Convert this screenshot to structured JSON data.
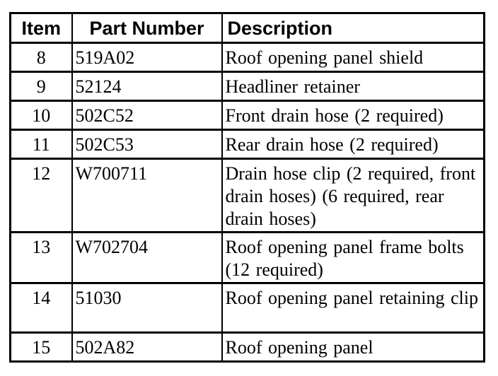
{
  "table": {
    "columns": [
      "Item",
      "Part Number",
      "Description"
    ],
    "rows": [
      {
        "item": "8",
        "part_number": "519A02",
        "description": "Roof opening panel shield"
      },
      {
        "item": "9",
        "part_number": "52124",
        "description": "Headliner retainer"
      },
      {
        "item": "10",
        "part_number": "502C52",
        "description": "Front drain hose (2 required)"
      },
      {
        "item": "11",
        "part_number": "502C53",
        "description": "Rear drain hose (2 required)"
      },
      {
        "item": "12",
        "part_number": "W700711",
        "description": "Drain hose clip (2 required, front drain hoses) (6 required, rear drain hoses)"
      },
      {
        "item": "13",
        "part_number": "W702704",
        "description": "Roof opening panel frame bolts (12 required)"
      },
      {
        "item": "14",
        "part_number": "51030",
        "description": "Roof opening panel retaining clip"
      },
      {
        "item": "15",
        "part_number": "502A82",
        "description": "Roof opening panel"
      }
    ],
    "colors": {
      "border": "#000000",
      "text": "#000000",
      "background": "#ffffff"
    }
  }
}
